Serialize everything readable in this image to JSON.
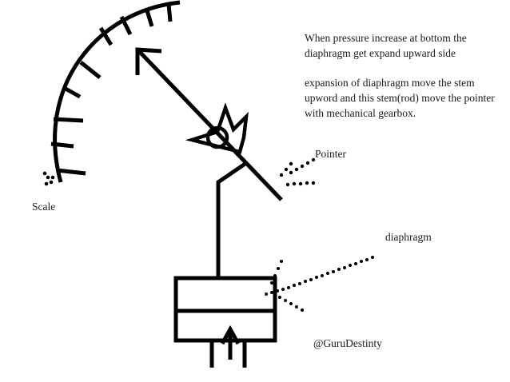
{
  "description": {
    "line1": "When pressure increase at bottom the diaphragm get expand upward side",
    "line2": "expansion of diaphragm move the stem upword and this stem(rod) move the pointer with mechanical gearbox."
  },
  "labels": {
    "pointer": "Pointer",
    "scale": "Scale",
    "diaphragm": "diaphragm"
  },
  "credit": "@GuruDestinty",
  "colors": {
    "ink": "#000000",
    "background": "#ffffff"
  }
}
